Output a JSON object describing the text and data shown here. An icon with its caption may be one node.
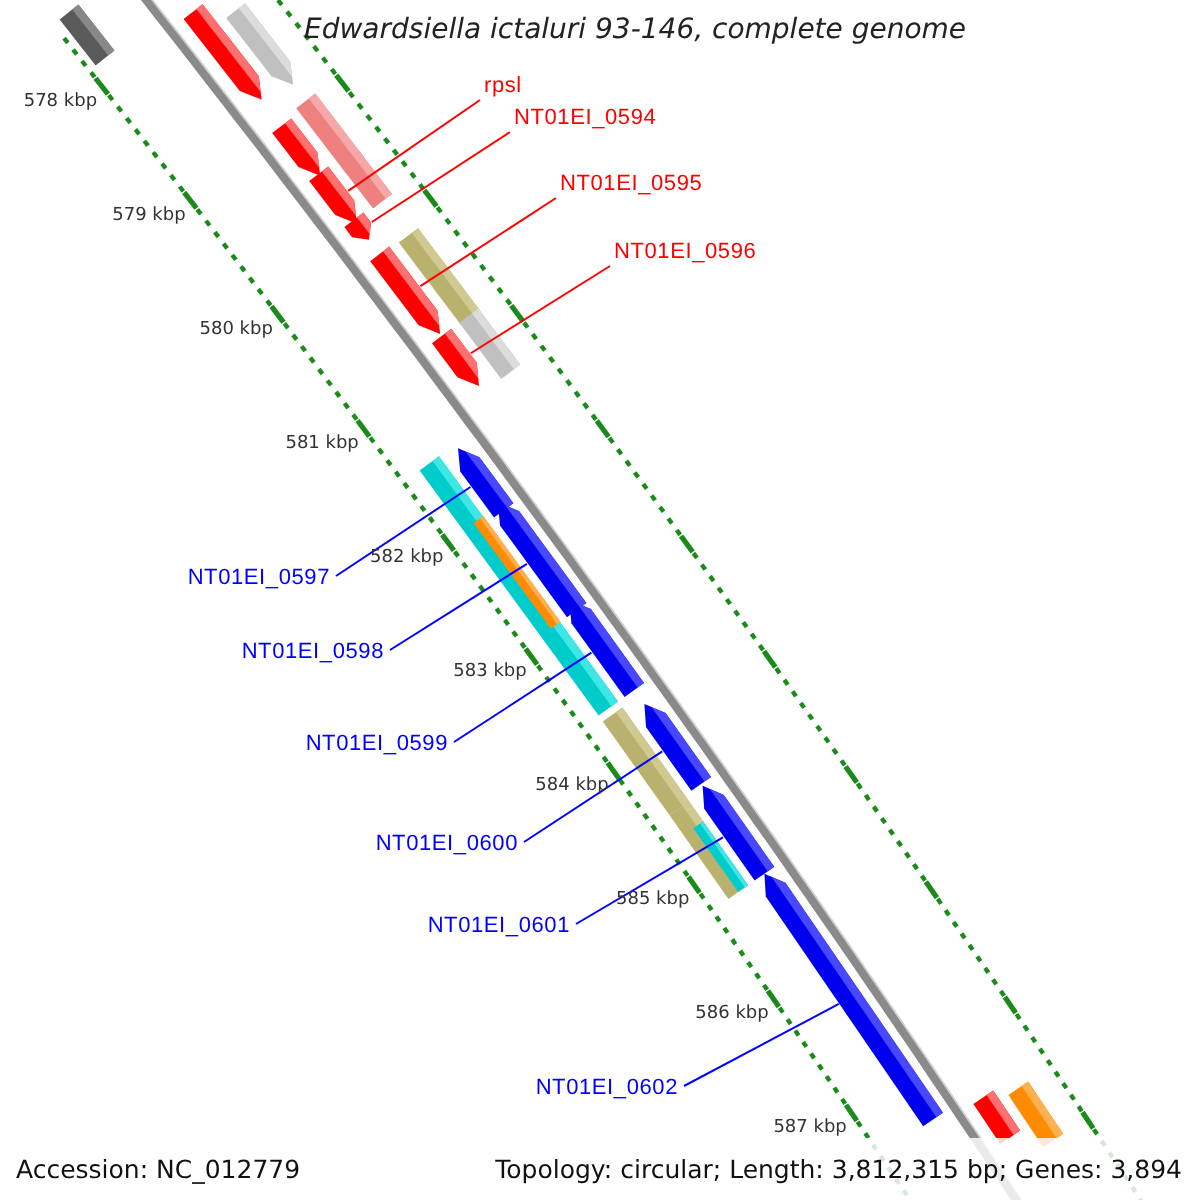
{
  "diagram": {
    "title": "Edwardsiella ictaluri 93-146, complete genome",
    "nodes": [
      {
        "text": [
          "rpsl"
        ]
      },
      {
        "text": [
          "NT01EI_0594"
        ]
      },
      {
        "text": [
          "NT01EI_0595"
        ]
      },
      {
        "text": [
          "NT01EI_0596"
        ]
      },
      {
        "text": [
          "NT01EI_0597"
        ]
      },
      {
        "text": [
          "NT01EI_0598"
        ]
      },
      {
        "text": [
          "NT01EI_0599"
        ]
      },
      {
        "text": [
          "NT01EI_0600"
        ]
      },
      {
        "text": [
          "NT01EI_0601"
        ]
      },
      {
        "text": [
          "NT01EI_0602"
        ]
      },
      {
        "text": [],
        "shape": "arrow"
      },
      {
        "text": [],
        "shape": "arrow"
      },
      {
        "text": [],
        "shape": "arrow"
      },
      {
        "text": [],
        "shape": "arrow"
      },
      {
        "text": [],
        "shape": "arrow"
      },
      {
        "text": [],
        "shape": "arrow"
      },
      {
        "text": [],
        "shape": "arrow"
      },
      {
        "text": [],
        "shape": "arrow"
      },
      {
        "text": [],
        "shape": "arrow"
      },
      {
        "text": [],
        "shape": "arrow"
      },
      {
        "text": [],
        "shape": "arrow"
      },
      {
        "text": [],
        "shape": "arrow"
      },
      {
        "text": [],
        "shape": "arrow"
      },
      {
        "text": [],
        "shape": "arrow"
      },
      {
        "text": [],
        "shape": "arrow"
      },
      {
        "text": [],
        "shape": "arrow"
      },
      {
        "text": [],
        "shape": "arrow"
      },
      {
        "text": [],
        "shape": "arrow"
      },
      {
        "text": [],
        "shape": "arrow"
      },
      {
        "text": [],
        "shape": "arrow",
        "in": 28
      },
      {
        "text": [],
        "shape": "arrow"
      },
      {
        "text": [],
        "shape": "arrow"
      },
      {
        "text": [],
        "shape": "arrow",
        "in": 31
      },
      {
        "text": [],
        "shape": "arrow"
      },
      {
        "text": [],
        "shape": "arrow"
      }
    ],
    "edges": [
      {
        "from": 0,
        "to": 10,
        "arrow": "none",
        "color": "#ff0000"
      },
      {
        "from": 1,
        "to": 11,
        "arrow": "none",
        "color": "#ff0000"
      },
      {
        "from": 2,
        "to": 12,
        "arrow": "none",
        "color": "#ff0000"
      },
      {
        "from": 3,
        "to": 13,
        "arrow": "none",
        "color": "#ff0000"
      },
      {
        "from": 4,
        "to": 14,
        "arrow": "none",
        "color": "#0000ff"
      },
      {
        "from": 5,
        "to": 15,
        "arrow": "none",
        "color": "#0000ff"
      },
      {
        "from": 6,
        "to": 16,
        "arrow": "none",
        "color": "#0000ff"
      },
      {
        "from": 7,
        "to": 17,
        "arrow": "none",
        "color": "#0000ff"
      },
      {
        "from": 8,
        "to": 18,
        "arrow": "none",
        "color": "#0000ff"
      },
      {
        "from": 9,
        "to": 19,
        "arrow": "none",
        "color": "#0000ff"
      }
    ],
    "labels": [
      "578 kbp",
      "579 kbp",
      "580 kbp",
      "581 kbp",
      "582 kbp",
      "583 kbp",
      "584 kbp",
      "585 kbp",
      "586 kbp",
      "587 kbp",
      "Accession: NC_012779",
      "Topology: circular; Length: 3,812,315 bp; Genes: 3,894"
    ]
  }
}
